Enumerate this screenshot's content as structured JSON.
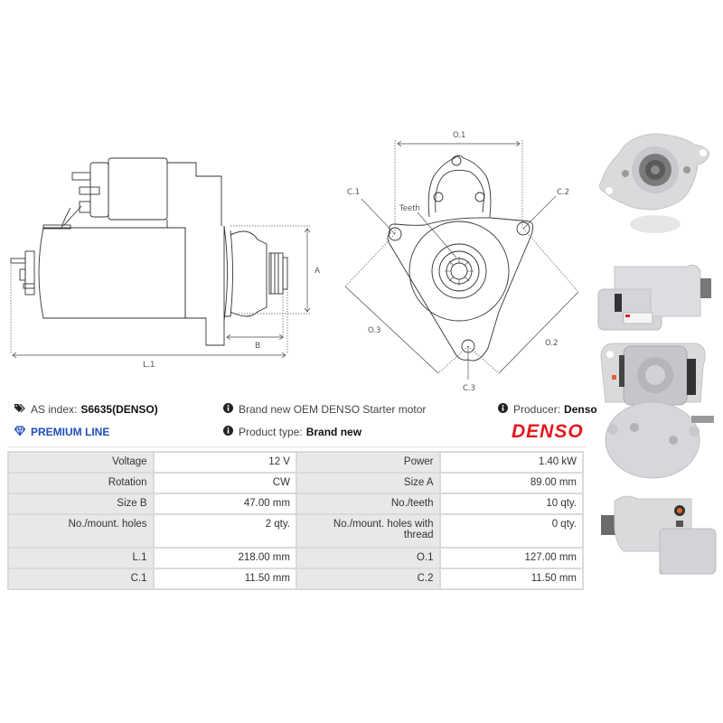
{
  "drawings": {
    "side_view": {
      "labels": {
        "a": "A",
        "b": "B",
        "l1": "L.1"
      }
    },
    "front_view": {
      "labels": {
        "o1": "O.1",
        "o2": "O.2",
        "o3": "O.3",
        "c1": "C.1",
        "c2": "C.2",
        "c3": "C.3",
        "teeth": "Teeth"
      }
    }
  },
  "photos": [
    {
      "alt": "Starter motor front view (pinion end)"
    },
    {
      "alt": "Starter motor side view"
    },
    {
      "alt": "Starter motor rear view"
    },
    {
      "alt": "Starter motor side view (opposite)"
    }
  ],
  "info": {
    "as_index_label": "AS index:",
    "as_index_value": "S6635(DENSO)",
    "premium_line": "PREMIUM LINE",
    "description": "Brand new OEM DENSO Starter motor",
    "product_type_label": "Product type:",
    "product_type_value": "Brand new",
    "producer_label": "Producer:",
    "producer_value": "Denso",
    "brand_logo": "DENSO"
  },
  "colors": {
    "premium_blue": "#1f4fb8",
    "denso_red": "#e3171e",
    "key_cell_bg": "#e8e8e8",
    "border": "#dadada"
  },
  "specs": [
    {
      "k1": "Voltage",
      "v1": "12 V",
      "k2": "Power",
      "v2": "1.40 kW"
    },
    {
      "k1": "Rotation",
      "v1": "CW",
      "k2": "Size A",
      "v2": "89.00 mm"
    },
    {
      "k1": "Size B",
      "v1": "47.00 mm",
      "k2": "No./teeth",
      "v2": "10 qty."
    },
    {
      "k1": "No./mount. holes",
      "v1": "2 qty.",
      "k2": "No./mount. holes with thread",
      "v2": "0 qty."
    },
    {
      "k1": "L.1",
      "v1": "218.00 mm",
      "k2": "O.1",
      "v2": "127.00 mm"
    },
    {
      "k1": "C.1",
      "v1": "11.50 mm",
      "k2": "C.2",
      "v2": "11.50 mm"
    }
  ]
}
